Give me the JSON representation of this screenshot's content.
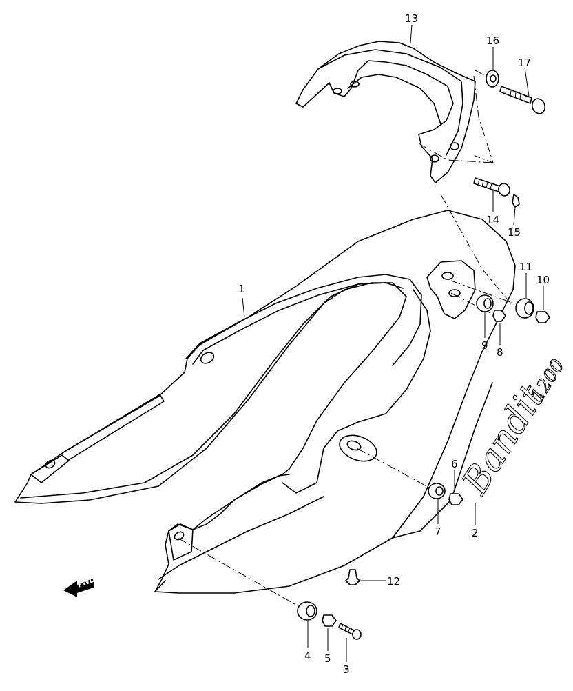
{
  "diagram": {
    "callouts": [
      "1",
      "2",
      "3",
      "4",
      "5",
      "6",
      "7",
      "8",
      "9",
      "10",
      "11",
      "12",
      "13",
      "14",
      "15",
      "16",
      "17"
    ],
    "logo_text": "Bandit",
    "logo_number": "1200",
    "fwd_label": "FWD"
  }
}
